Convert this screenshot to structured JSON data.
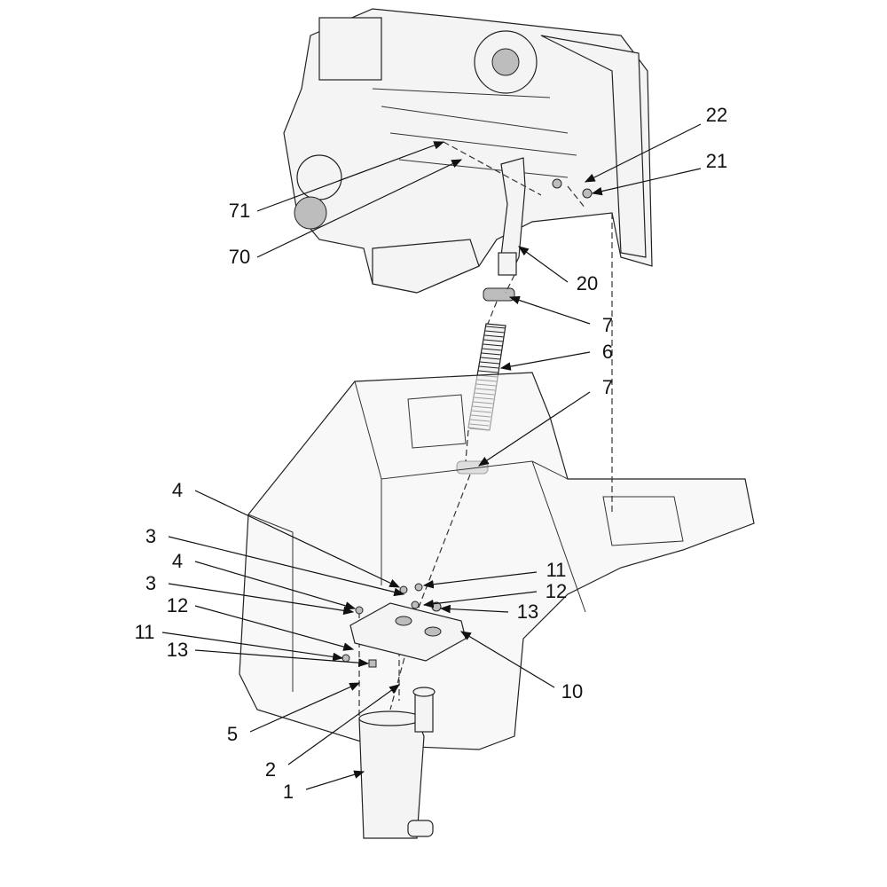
{
  "diagram": {
    "type": "exploded parts diagram",
    "callouts": [
      "22",
      "21",
      "71",
      "70",
      "20",
      "7",
      "6",
      "7",
      "4",
      "3",
      "4",
      "3",
      "12",
      "11",
      "13",
      "11",
      "12",
      "13",
      "10",
      "5",
      "2",
      "1"
    ]
  }
}
